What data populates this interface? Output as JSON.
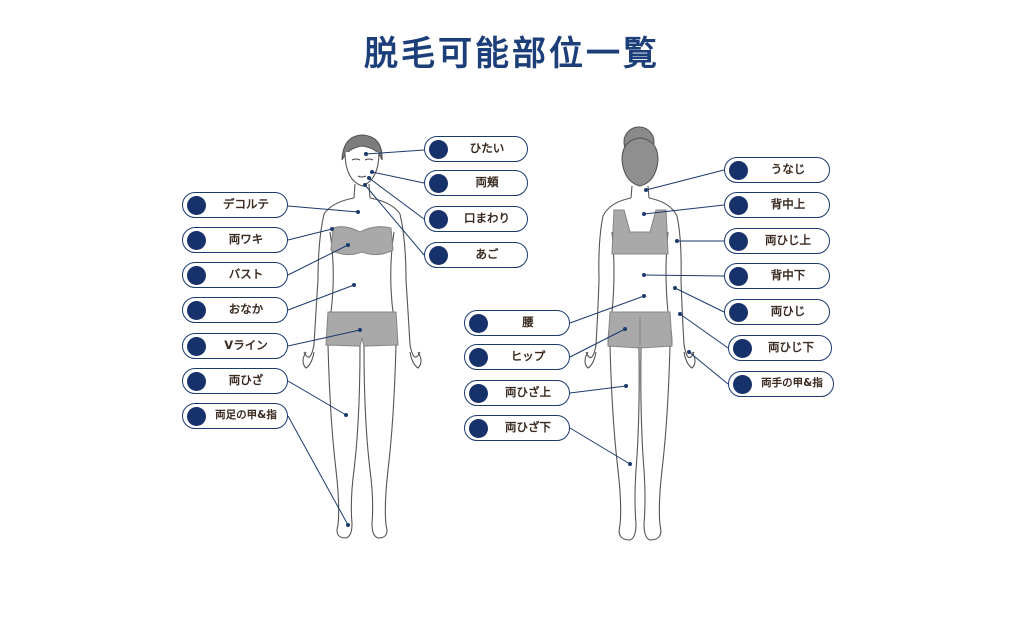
{
  "title": "脱毛可能部位一覧",
  "colors": {
    "title": "#1c3f7a",
    "pill_border": "#1b3a6e",
    "pill_dot": "#17316b",
    "label_text": "#3a2a20",
    "garment": "#a9a9a9",
    "leader": "#1b3a6e"
  },
  "front_labels": {
    "hitai": "ひたい",
    "ryouhoho": "両頬",
    "kuchimawari": "口まわり",
    "ago": "あご",
    "dekorute": "デコルテ",
    "ryouwaki": "両ワキ",
    "basuto": "バスト",
    "onaka": "おなか",
    "vline": "Vライン",
    "ryouhiza": "両ひざ",
    "ryouashi": "両足の甲&指"
  },
  "back_labels": {
    "unaji": "うなじ",
    "senakaue": "背中上",
    "ryouhijiue": "両ひじ上",
    "senakashita": "背中下",
    "ryouhiji": "両ひじ",
    "ryouhijishita": "両ひじ下",
    "ryoute": "両手の甲&指",
    "koshi": "腰",
    "hippu": "ヒップ",
    "ryouhizaue": "両ひざ上",
    "ryouhizashita": "両ひざ下"
  }
}
